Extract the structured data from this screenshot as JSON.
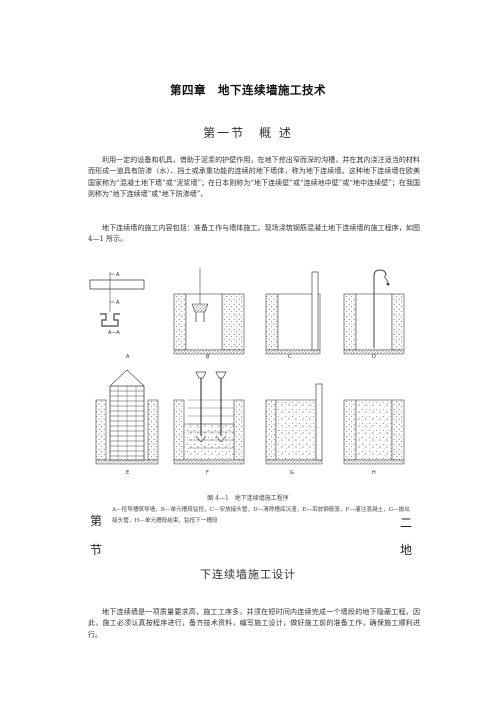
{
  "chapter_title": "第四章　地下连续墙施工技术",
  "section1": {
    "title": "第一节　概  述",
    "paragraphs": [
      "利用一定的设备和机具，借助于泥浆的护壁作用，在地下挖出窄而深的沟槽，并在其内浇注适当的材料而形成一道具有防渗（水）、挡土或承重功能的连续的地下墙体，称为地下连续墙。这种地下连续墙在欧美国家称为“混凝土地下墙”或“泥浆墙”；在日本则称为“地下连续壁”或“连续地中壁”或“地中连续壁”；在我国则称为“地下连续墙”或“地下防渗墙”。",
      "地下连续墙的施工内容包括：准备工作与墙体施工。现场浇筑钢筋混凝土地下连续墙的施工程序，如图 4—1 所示。"
    ]
  },
  "figure": {
    "labels": [
      "A",
      "B",
      "C",
      "D",
      "E",
      "F",
      "G",
      "H"
    ],
    "section_marks": [
      "A",
      "A",
      "A—A"
    ],
    "caption": "图 4—1　地下连续墙施工程序",
    "legend": "A—挖导槽筑导墙，B—单元槽段钻挖，C—安放接头管，D—清除槽底沉渣，E—吊放钢筋笼，F—灌注混凝土，G—拔出接头管，H—单元槽段结束，钻挖下一槽段"
  },
  "section2": {
    "left_chars": [
      "第",
      "节"
    ],
    "right_chars": [
      "二",
      "地"
    ],
    "title": "下连续墙施工设计",
    "paragraph": "地下连续墙是一项质量要求高，施工工序多，并须在短时间内连续完成一个墙段的地下隐蔽工程。因此，施工必须认真按程序进行，备齐技术资料，编写施工设计，做好施工前的准备工作，确保施工顺利进行。"
  }
}
